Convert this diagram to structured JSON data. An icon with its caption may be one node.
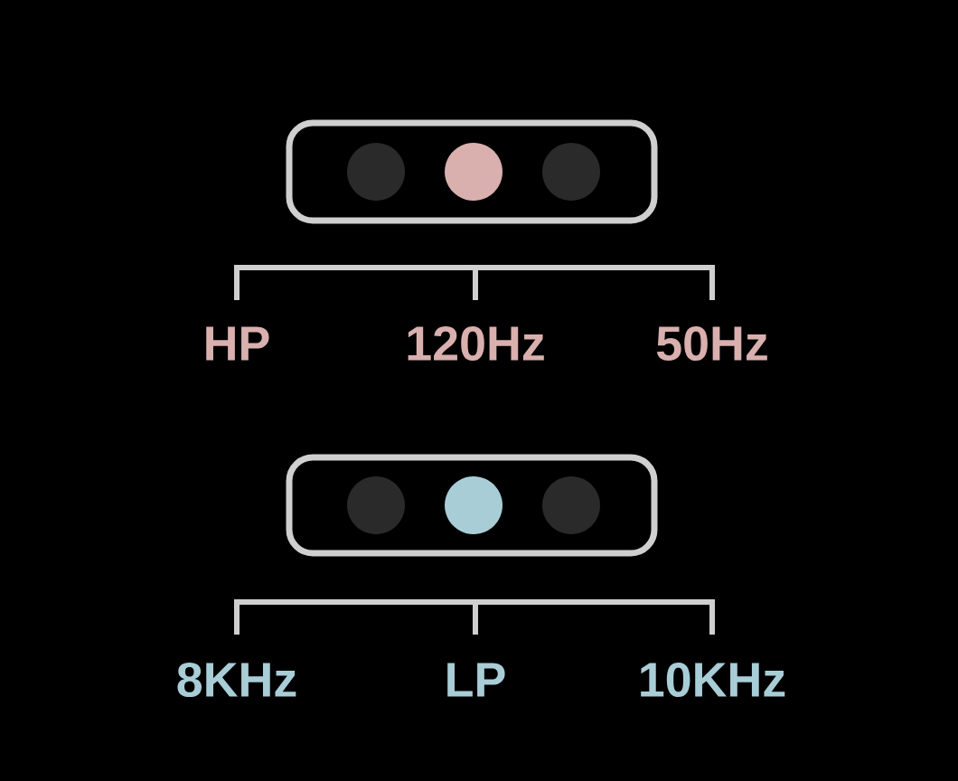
{
  "diagram": {
    "nodes": [
      {
        "text": [],
        "shape": "box"
      },
      {
        "text": [],
        "shape": "circle",
        "in": 0
      },
      {
        "text": [],
        "shape": "circle",
        "in": 0
      },
      {
        "text": [],
        "shape": "circle",
        "in": 0
      },
      {
        "text": [],
        "shape": "box"
      },
      {
        "text": [],
        "shape": "circle",
        "in": 4
      },
      {
        "text": [],
        "shape": "circle",
        "in": 4
      },
      {
        "text": [],
        "shape": "circle",
        "in": 4
      }
    ],
    "labels": [
      "HP",
      "120Hz",
      "50Hz",
      "8KHz",
      "LP",
      "10KHz"
    ]
  }
}
